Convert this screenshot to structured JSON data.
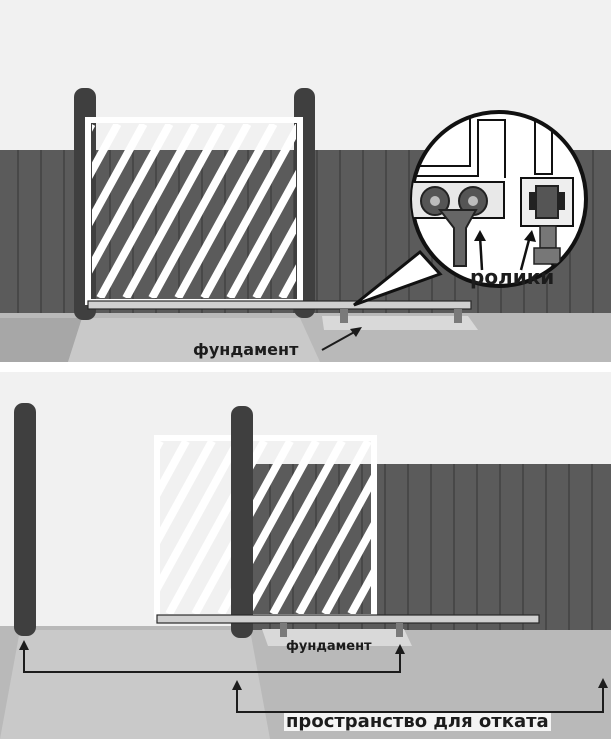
{
  "panels": [
    {
      "id": "closed",
      "labels": {
        "rollers": "ролики",
        "foundation": "фундамент"
      }
    },
    {
      "id": "open",
      "labels": {
        "foundation": "фундамент",
        "rollback_space": "пространство для отката"
      }
    }
  ],
  "colors": {
    "sky": "#f1f1f1",
    "ground": "#b9b9b9",
    "fence": "#5b5b5b",
    "fence_seam": "#484848",
    "post": "#3f3f3f",
    "gate_frame": "#ffffff",
    "foundation": "#d9d9d9",
    "roller": "#555555",
    "outline": "#1c1c1c"
  }
}
